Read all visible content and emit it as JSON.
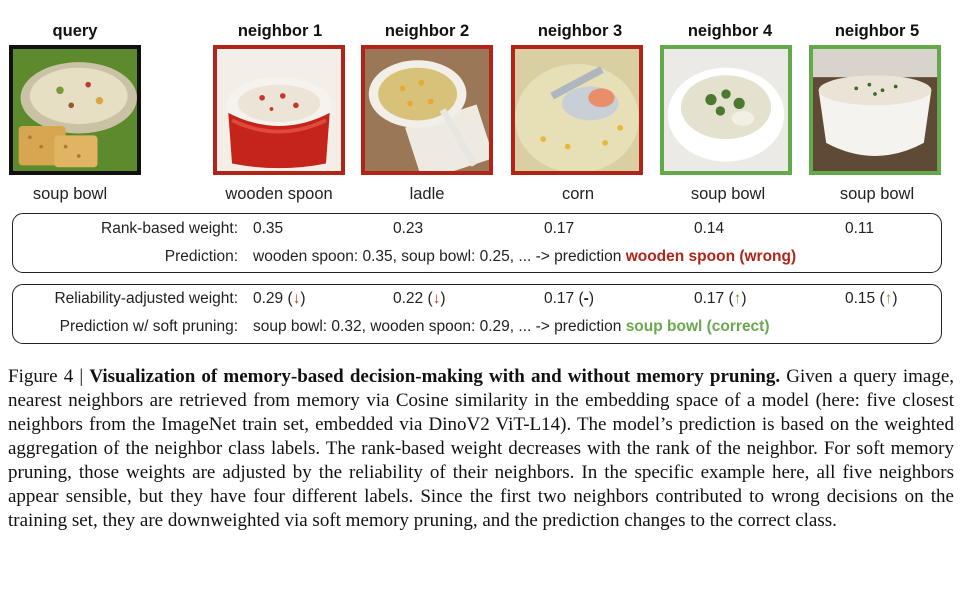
{
  "figure": {
    "columns": [
      {
        "id": "query",
        "header": "query",
        "label": "soup bowl",
        "border": "#111111"
      },
      {
        "id": "n1",
        "header": "neighbor 1",
        "label": "wooden spoon",
        "border": "#b22418"
      },
      {
        "id": "n2",
        "header": "neighbor 2",
        "label": "ladle",
        "border": "#b22418"
      },
      {
        "id": "n3",
        "header": "neighbor 3",
        "label": "corn",
        "border": "#b22418"
      },
      {
        "id": "n4",
        "header": "neighbor 4",
        "label": "soup bowl",
        "border": "#64a84c"
      },
      {
        "id": "n5",
        "header": "neighbor 5",
        "label": "soup bowl",
        "border": "#64a84c"
      }
    ],
    "rank_panel": {
      "weight_label": "Rank-based weight:",
      "weights": [
        "0.35",
        "0.23",
        "0.17",
        "0.14",
        "0.11"
      ],
      "prediction_label": "Prediction:",
      "prediction_text": "wooden spoon: 0.35, soup bowl: 0.25, ... -> prediction",
      "prediction_result": "wooden spoon (wrong)"
    },
    "reliability_panel": {
      "weight_label": "Reliability-adjusted weight:",
      "weights": [
        {
          "value": "0.29",
          "open": " (",
          "arrow": "↓",
          "close": ")",
          "dir": "down"
        },
        {
          "value": "0.22",
          "open": " (",
          "arrow": "↓",
          "close": ")",
          "dir": "down"
        },
        {
          "value": "0.17",
          "open": " (",
          "arrow": "-",
          "close": ")",
          "dir": "same"
        },
        {
          "value": "0.17",
          "open": " (",
          "arrow": "↑",
          "close": ")",
          "dir": "up"
        },
        {
          "value": "0.15",
          "open": " (",
          "arrow": "↑",
          "close": ")",
          "dir": "up"
        }
      ],
      "prediction_label": "Prediction w/ soft pruning:",
      "prediction_text": "soup bowl: 0.32, wooden spoon: 0.29, ... -> prediction",
      "prediction_result": "soup bowl (correct)"
    },
    "colors": {
      "wrong": "#b22418",
      "correct": "#6aa84f"
    }
  },
  "caption": {
    "prefix": "Figure 4 | ",
    "title": "Visualization of memory-based decision-making with and without memory pruning.",
    "body": "Given a query image, nearest neighbors are retrieved from memory via Cosine similarity in the embedding space of a model (here: five closest neighbors from the ImageNet train set, embedded via DinoV2 ViT-L14). The model’s prediction is based on the weighted aggregation of the neighbor class labels. The rank-based weight decreases with the rank of the neighbor. For soft memory pruning, those weights are adjusted by the reliability of their neighbors. In the specific example here, all five neighbors appear sensible, but they have four different labels. Since the first two neighbors contributed to wrong decisions on the training set, they are downweighted via soft memory pruning, and the prediction changes to the correct class."
  }
}
